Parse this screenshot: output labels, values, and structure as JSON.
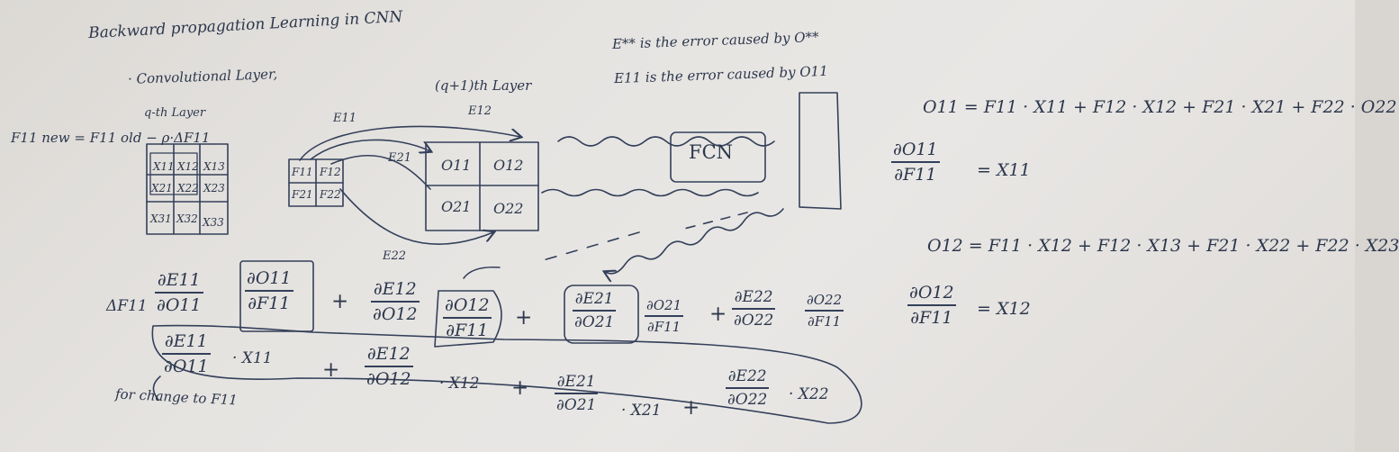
{
  "header": {
    "title": "Backward propagation Learning in CNN",
    "section": "· Convolutional Layer,"
  },
  "layers": {
    "q_th": "q-th Layer",
    "q_plus_1": "(q+1)th Layer",
    "fcn": "FCN"
  },
  "notes": {
    "exx": "E** is the error caused by O**",
    "e11": "E11 is the error caused by O11"
  },
  "update_rule": "F11 new = F11 old − ρ·ΔF11",
  "input_grid": [
    "X11",
    "X12",
    "X13",
    "X21",
    "X22",
    "X23",
    "X31",
    "X32",
    "X33"
  ],
  "filter_grid": [
    "F11",
    "F12",
    "F21",
    "F22"
  ],
  "output_grid": [
    "O11",
    "O12",
    "O21",
    "O22"
  ],
  "arrows": [
    "E11",
    "E12",
    "E21",
    "E22"
  ],
  "equations": {
    "o11": "O11 = F11 · X11 + F12 · X12 + F21 · X21 + F22 · O22",
    "d_o11": {
      "num": "∂O11",
      "den": "∂F11",
      "rhs": "= X11"
    },
    "o12": "O12 = F11 · X12 + F12 · X13 + F21 · X22 + F22 · X23",
    "d_o12": {
      "num": "∂O12",
      "den": "∂F11",
      "rhs": "= X12"
    }
  },
  "chain": {
    "lhs": "ΔF11",
    "t1": {
      "a_num": "∂E11",
      "a_den": "∂O11",
      "b_num": "∂O11",
      "b_den": "∂F11"
    },
    "t2": {
      "a_num": "∂E12",
      "a_den": "∂O12",
      "b_num": "∂O12",
      "b_den": "∂F11"
    },
    "t3": {
      "a_num": "∂E21",
      "a_den": "∂O21",
      "b_num": "∂O21",
      "b_den": "∂F11"
    },
    "t4": {
      "a_num": "∂E22",
      "a_den": "∂O22",
      "b_num": "∂O22",
      "b_den": "∂F11"
    }
  },
  "simplified": {
    "s1": {
      "num": "∂E11",
      "den": "∂O11",
      "x": "· X11"
    },
    "s2": {
      "num": "∂E12",
      "den": "∂O12",
      "x": "· X12"
    },
    "s3": {
      "num": "∂E21",
      "den": "∂O21",
      "x": "· X21"
    },
    "s4": {
      "num": "∂E22",
      "den": "∂O22",
      "x": "· X22"
    },
    "note": "for change to F11"
  },
  "plus": "+"
}
